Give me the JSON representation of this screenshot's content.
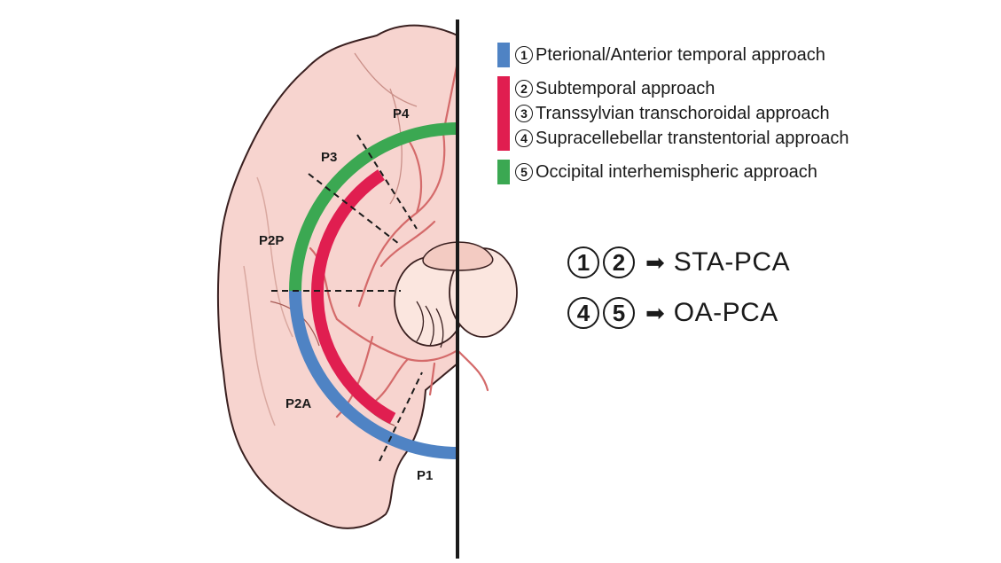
{
  "colors": {
    "blue": "#4f83c4",
    "red": "#e01e50",
    "green": "#3ba852",
    "brain_fill": "#f7d4cf",
    "brain_stroke": "#3a2020",
    "vessel": "#d46a6a",
    "midline": "#1a1a1a"
  },
  "segments": [
    "P1",
    "P2A",
    "P2P",
    "P3",
    "P4"
  ],
  "legend": {
    "groups": [
      {
        "color": "#4f83c4",
        "items": [
          {
            "num": "1",
            "text": "Pterional/Anterior temporal approach"
          }
        ]
      },
      {
        "color": "#e01e50",
        "items": [
          {
            "num": "2",
            "text": "Subtemporal approach"
          },
          {
            "num": "3",
            "text": "Transsylvian transchoroidal approach"
          },
          {
            "num": "4",
            "text": "Supracellebellar transtentorial approach"
          }
        ]
      },
      {
        "color": "#3ba852",
        "items": [
          {
            "num": "5",
            "text": "Occipital interhemispheric approach"
          }
        ]
      }
    ]
  },
  "bypass": [
    {
      "nums": [
        "1",
        "2"
      ],
      "arrow": "➡",
      "text": "STA-PCA"
    },
    {
      "nums": [
        "4",
        "5"
      ],
      "arrow": "➡",
      "text": "OA-PCA"
    }
  ]
}
